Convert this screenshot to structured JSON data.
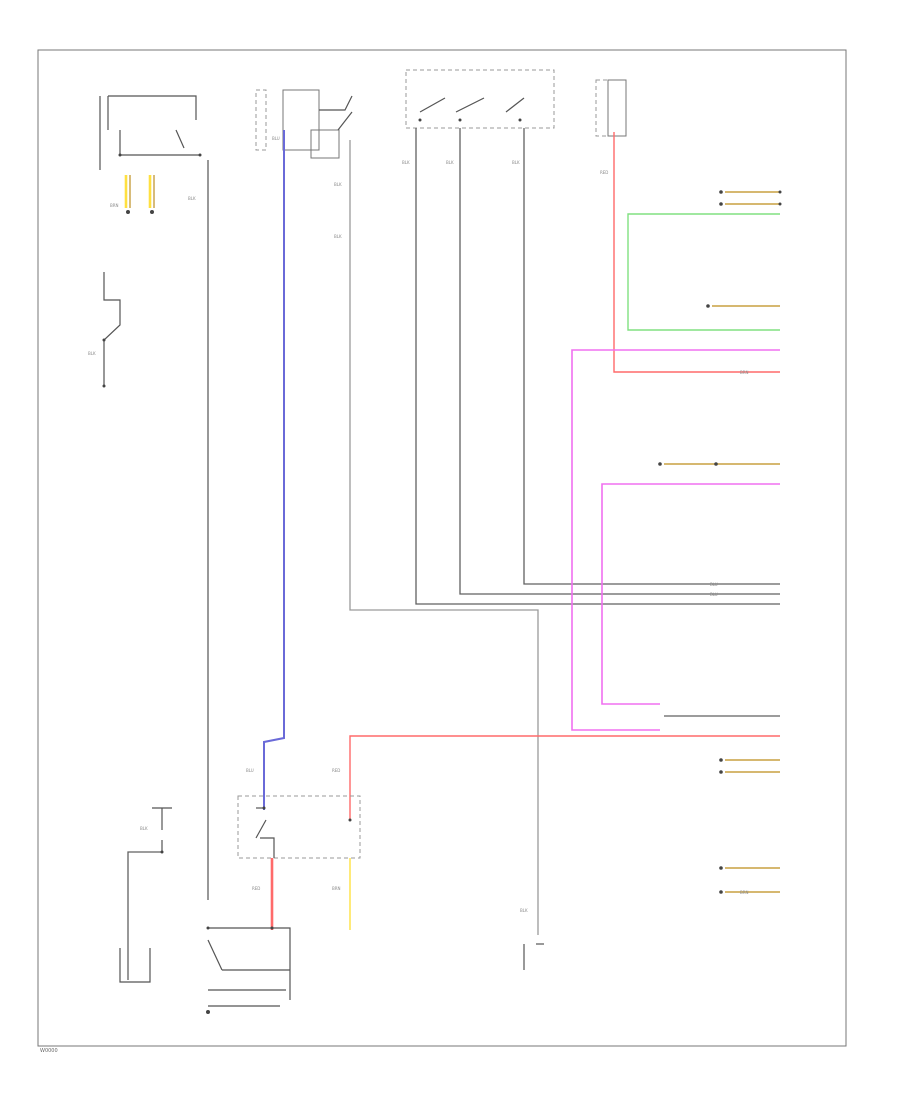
{
  "colors": {
    "frame": "#777777",
    "dark_wire": "#606060",
    "gray_wire": "#9a9a9a",
    "blue_wire": "#6a6ad8",
    "red_wire": "#ff6a6a",
    "pink_wire": "#f070f0",
    "green_wire": "#80e080",
    "yellow_wire": "#ffe040"
  },
  "wire_labels": {
    "w1": "BLU",
    "w2": "BLK",
    "w3": "BLU",
    "w4": "BLU",
    "w5": "BRN",
    "w6": "BLK",
    "w7": "BLK",
    "w8": "BLK",
    "w9": "RED",
    "w10": "BLK",
    "w11": "BLU",
    "w12": "RED",
    "w13": "BRN",
    "w14": "RED",
    "w15": "BRN",
    "w16": "BLK",
    "w17": "BLK",
    "w18": "BLK",
    "w19": "BLK",
    "w20": "BRN"
  },
  "footer": {
    "code": "W0000"
  }
}
